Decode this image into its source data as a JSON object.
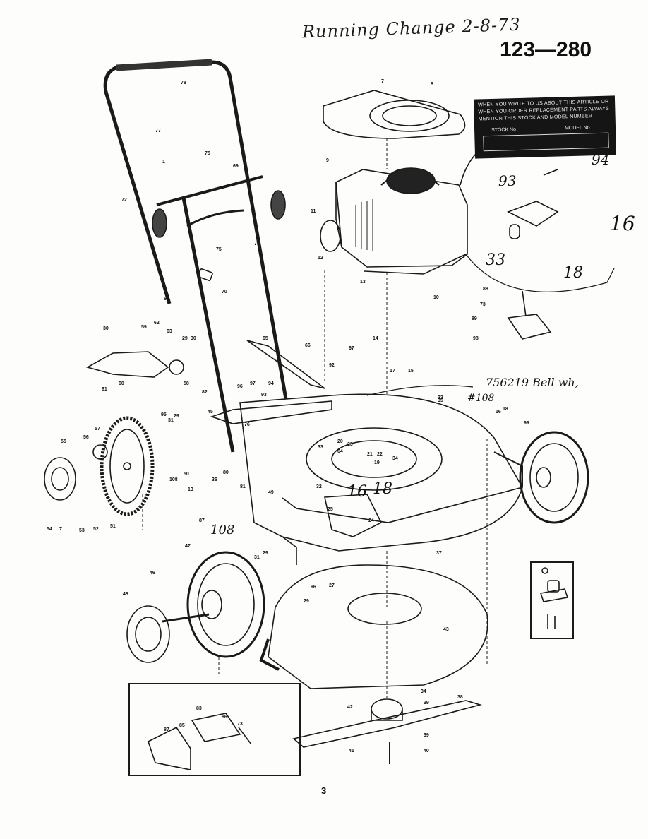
{
  "header": {
    "handwritten_note": "Running Change 2-8-73",
    "model_number": "123—280"
  },
  "nameplate": {
    "lines": [
      "WHEN YOU WRITE TO US ABOUT THIS ARTICLE OR",
      "WHEN YOU ORDER REPLACEMENT PARTS ALWAYS",
      "MENTION THIS STOCK AND MODEL NUMBER"
    ],
    "stock_label": "STOCK No",
    "model_label": "MODEL No"
  },
  "handwritten_annotations": {
    "p94": "94",
    "p93": "93",
    "p16a": "16",
    "p33": "33",
    "p18a": "18",
    "bell_note": "756219 Bell wh,",
    "bell_ref": "#108",
    "p16b": "16",
    "p18b": "18",
    "p108": "108"
  },
  "callouts": [
    "78",
    "7",
    "8",
    "77",
    "9",
    "75",
    "1",
    "69",
    "72",
    "11",
    "71",
    "75",
    "12",
    "13",
    "70",
    "10",
    "88",
    "73",
    "89",
    "68",
    "98",
    "30",
    "59",
    "62",
    "63",
    "29",
    "30",
    "65",
    "66",
    "67",
    "14",
    "61",
    "60",
    "58",
    "92",
    "17",
    "15",
    "82",
    "96",
    "97",
    "93",
    "94",
    "33",
    "45",
    "95",
    "31",
    "29",
    "57",
    "55",
    "56",
    "36",
    "50",
    "108",
    "13",
    "76",
    "35",
    "49",
    "80",
    "81",
    "32",
    "33",
    "64",
    "20",
    "23",
    "21",
    "22",
    "34",
    "19",
    "16",
    "18",
    "99",
    "87",
    "25",
    "24",
    "54",
    "7",
    "53",
    "52",
    "51",
    "47",
    "29",
    "31",
    "37",
    "46",
    "96",
    "27",
    "29",
    "48",
    "43",
    "34",
    "39",
    "38",
    "42",
    "41",
    "39",
    "40",
    "83",
    "85",
    "86",
    "73",
    "87"
  ],
  "page_number": "3"
}
